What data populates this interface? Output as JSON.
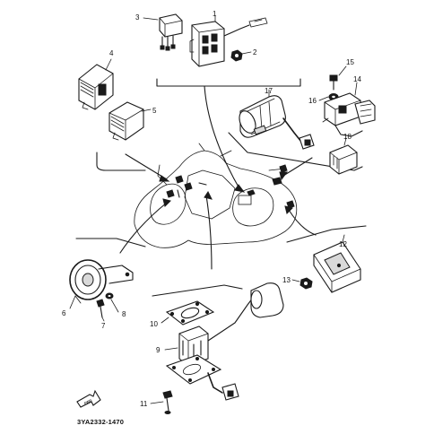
{
  "diagram": {
    "ref_code": "3YA2332-1470",
    "parts": [
      {
        "no": "1"
      },
      {
        "no": "2"
      },
      {
        "no": "3"
      },
      {
        "no": "4"
      },
      {
        "no": "5"
      },
      {
        "no": "6"
      },
      {
        "no": "7"
      },
      {
        "no": "8"
      },
      {
        "no": "9"
      },
      {
        "no": "10"
      },
      {
        "no": "11"
      },
      {
        "no": "12"
      },
      {
        "no": "13"
      },
      {
        "no": "14"
      },
      {
        "no": "15"
      },
      {
        "no": "16"
      },
      {
        "no": "17"
      },
      {
        "no": "18"
      }
    ],
    "fwd_label": "FWD"
  }
}
